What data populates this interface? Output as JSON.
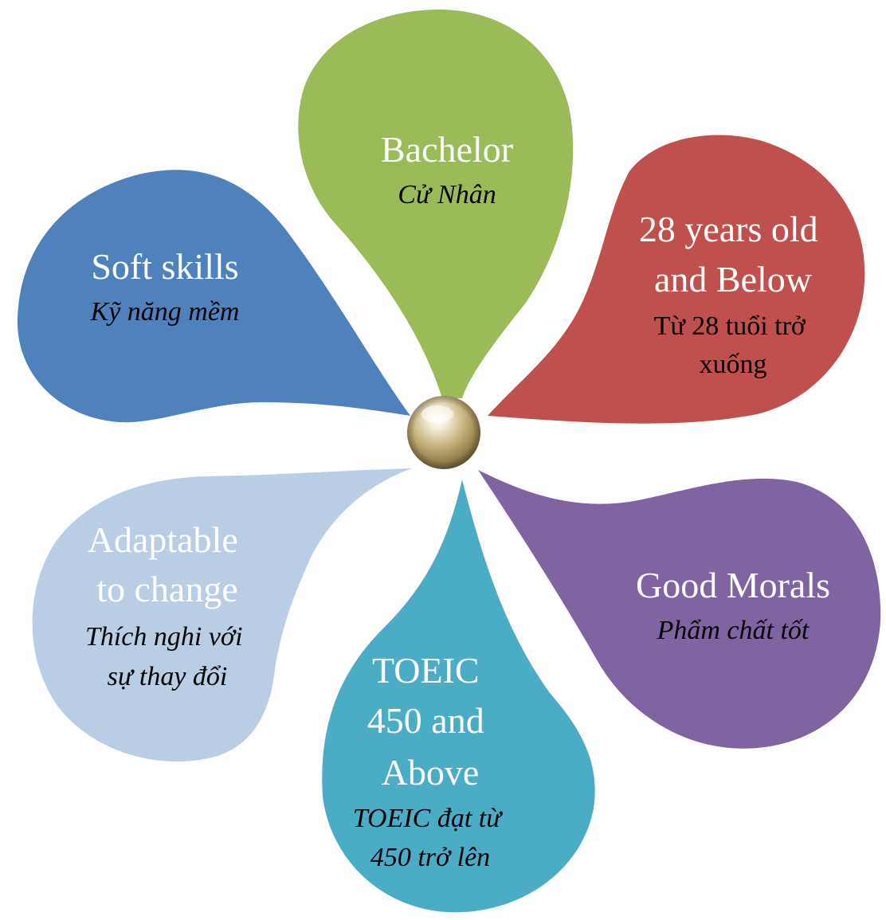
{
  "petals": {
    "bachelor": {
      "title_lines": [
        "Bachelor"
      ],
      "subtitle_lines": [
        "Cử Nhân"
      ],
      "subtitle_italic": true,
      "color": "#9BBB59",
      "title_color": "#FFFFFF"
    },
    "age": {
      "title_lines": [
        "28 years old",
        "and Below"
      ],
      "subtitle_lines": [
        "Từ 28 tuổi trở",
        "xuống"
      ],
      "subtitle_italic": false,
      "color": "#C0504D",
      "title_color": "#FFFFFF"
    },
    "morals": {
      "title_lines": [
        "Good Morals"
      ],
      "subtitle_lines": [
        "Phẩm chất tốt"
      ],
      "subtitle_italic": true,
      "color": "#8064A2",
      "title_color": "#FFFFFF"
    },
    "toeic": {
      "title_lines": [
        "TOEIC",
        "450 and",
        "Above"
      ],
      "subtitle_lines": [
        "TOEIC đạt từ",
        "450 trở lên"
      ],
      "subtitle_italic": true,
      "color": "#4BACC6",
      "title_color": "#FFFFFF"
    },
    "adaptable": {
      "title_lines": [
        "Adaptable",
        "to change"
      ],
      "subtitle_lines": [
        "Thích nghi với",
        "sự thay đổi"
      ],
      "subtitle_italic": true,
      "color": "#B9CDE5",
      "title_color": "#FFFFFF"
    },
    "soft_skills": {
      "title_lines": [
        "Soft skills"
      ],
      "subtitle_lines": [
        "Kỹ năng mềm"
      ],
      "subtitle_italic": true,
      "color": "#4F81BD",
      "title_color": "#FFFFFF"
    }
  },
  "center_color": "#C8B888"
}
